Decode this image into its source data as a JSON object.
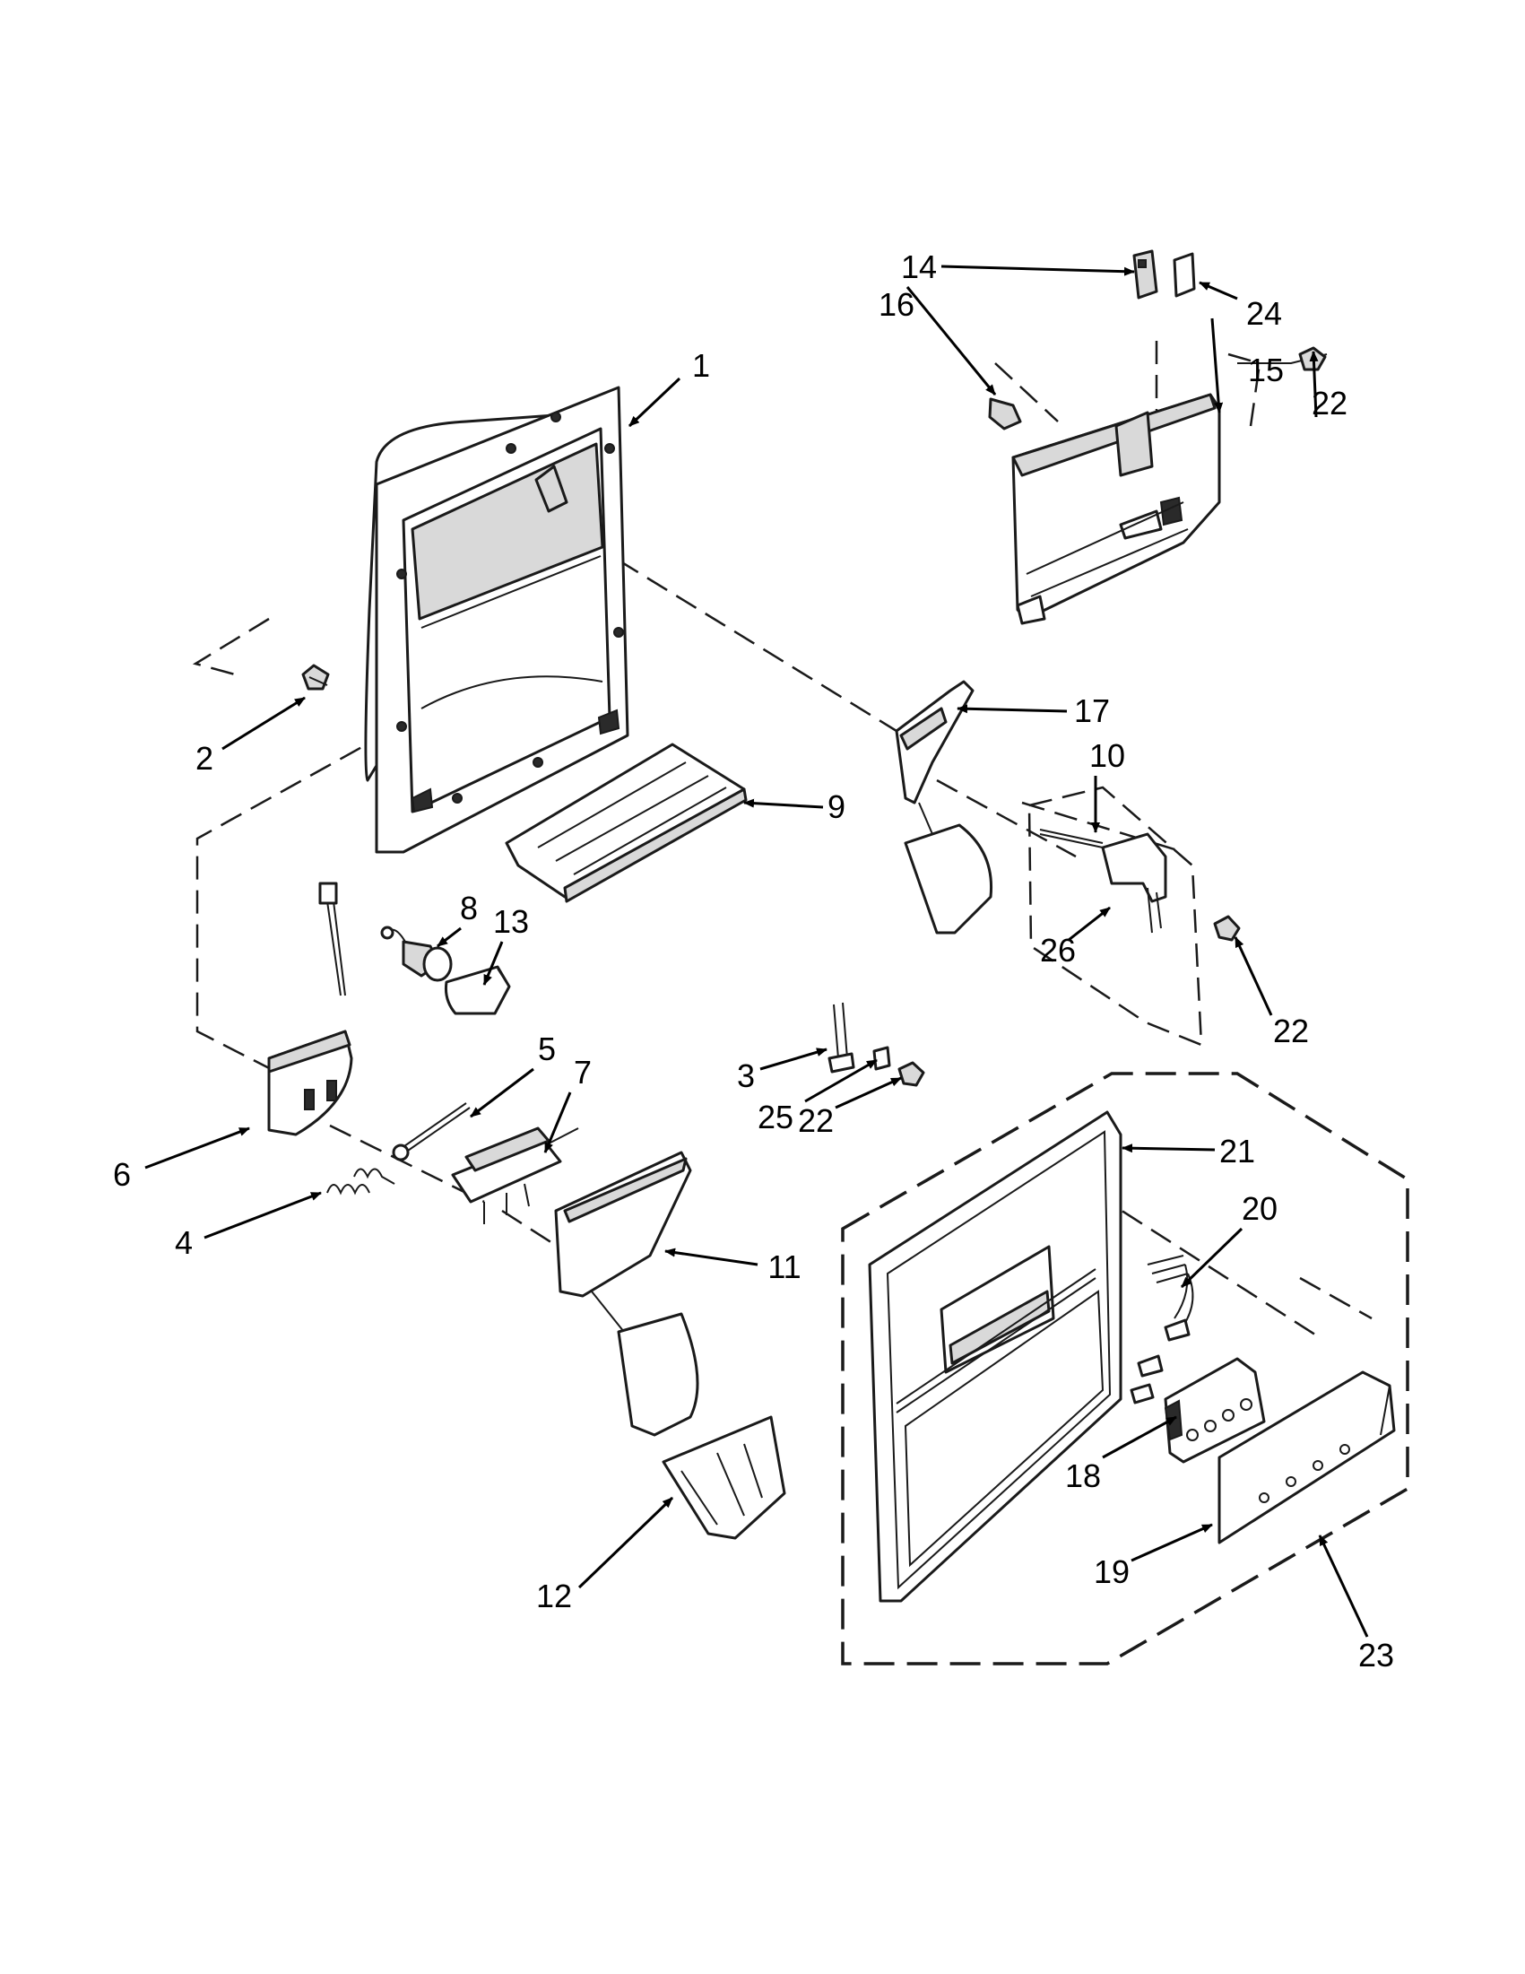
{
  "callouts": [
    {
      "id": "c1",
      "text": "1"
    },
    {
      "id": "c2",
      "text": "2"
    },
    {
      "id": "c3",
      "text": "3"
    },
    {
      "id": "c4",
      "text": "4"
    },
    {
      "id": "c5",
      "text": "5"
    },
    {
      "id": "c6",
      "text": "6"
    },
    {
      "id": "c7",
      "text": "7"
    },
    {
      "id": "c8",
      "text": "8"
    },
    {
      "id": "c9",
      "text": "9"
    },
    {
      "id": "c10",
      "text": "10"
    },
    {
      "id": "c11",
      "text": "11"
    },
    {
      "id": "c12",
      "text": "12"
    },
    {
      "id": "c13",
      "text": "13"
    },
    {
      "id": "c14",
      "text": "14"
    },
    {
      "id": "c15",
      "text": "15"
    },
    {
      "id": "c16",
      "text": "16"
    },
    {
      "id": "c17",
      "text": "17"
    },
    {
      "id": "c18",
      "text": "18"
    },
    {
      "id": "c19",
      "text": "19"
    },
    {
      "id": "c20",
      "text": "20"
    },
    {
      "id": "c21",
      "text": "21"
    },
    {
      "id": "c22a",
      "text": "22"
    },
    {
      "id": "c22b",
      "text": "22"
    },
    {
      "id": "c22c",
      "text": "22"
    },
    {
      "id": "c23",
      "text": "23"
    },
    {
      "id": "c24",
      "text": "24"
    },
    {
      "id": "c25",
      "text": "25"
    },
    {
      "id": "c26",
      "text": "26"
    }
  ]
}
